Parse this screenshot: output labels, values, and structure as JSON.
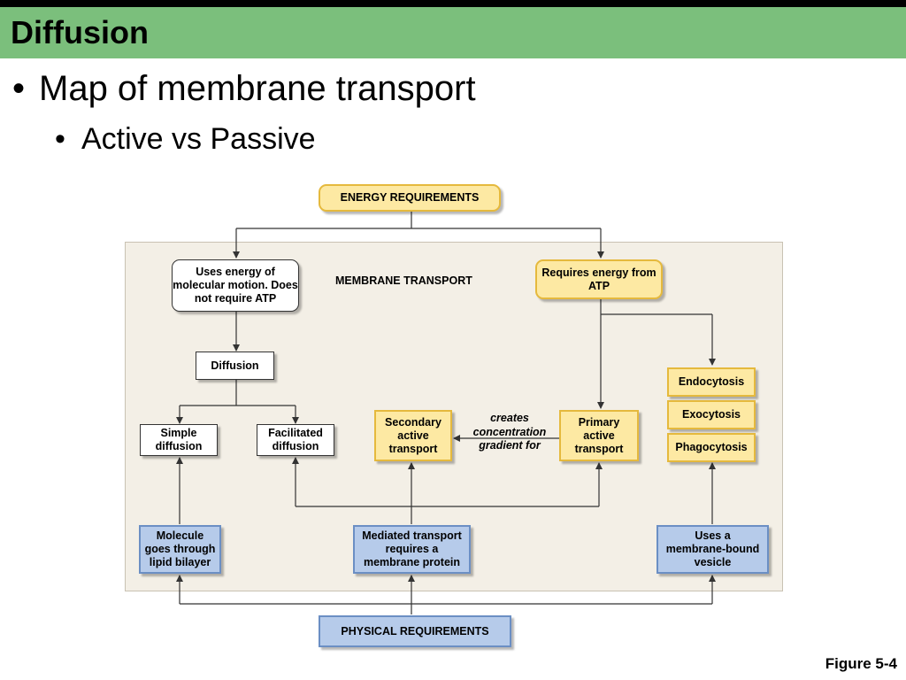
{
  "slide": {
    "title": "Diffusion",
    "bullet1": "Map of membrane transport",
    "bullet2": "Active vs Passive",
    "bullet_marker": "•",
    "figure_label": "Figure 5-4"
  },
  "diagram": {
    "energy_requirements": "ENERGY REQUIREMENTS",
    "membrane_transport": "MEMBRANE TRANSPORT",
    "physical_requirements": "PHYSICAL REQUIREMENTS",
    "passive_energy": "Uses energy of molecular motion. Does not require ATP",
    "active_energy": "Requires energy from ATP",
    "diffusion": "Diffusion",
    "simple_diffusion": "Simple diffusion",
    "facilitated_diffusion": "Facilitated diffusion",
    "secondary_active": "Secondary active transport",
    "primary_active": "Primary active transport",
    "creates_gradient": "creates concentration gradient for",
    "endocytosis": "Endocytosis",
    "exocytosis": "Exocytosis",
    "phagocytosis": "Phagocytosis",
    "lipid_bilayer": "Molecule goes through lipid bilayer",
    "membrane_protein": "Mediated transport requires a membrane protein",
    "membrane_vesicle": "Uses a membrane-bound vesicle"
  },
  "colors": {
    "title_bar": "#7bbf7c",
    "active_box_fill": "#fde9a3",
    "physical_box_fill": "#b6cbea",
    "panel_fill": "#f3efe6"
  }
}
